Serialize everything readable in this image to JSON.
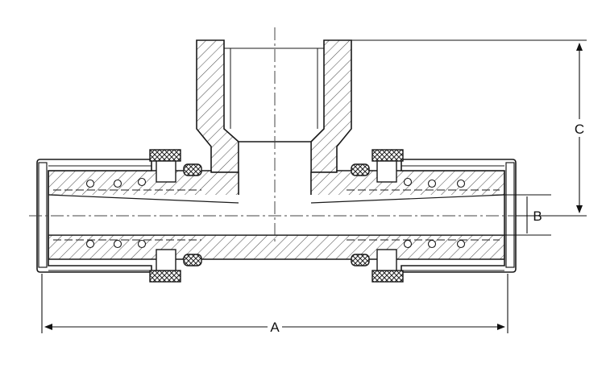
{
  "diagram": {
    "dimension_labels": {
      "a": "A",
      "b": "B",
      "c": "C"
    },
    "colors": {
      "line": "#1a1a1a",
      "hatch": "#555555",
      "center_line": "#444444",
      "background": "#ffffff"
    }
  }
}
